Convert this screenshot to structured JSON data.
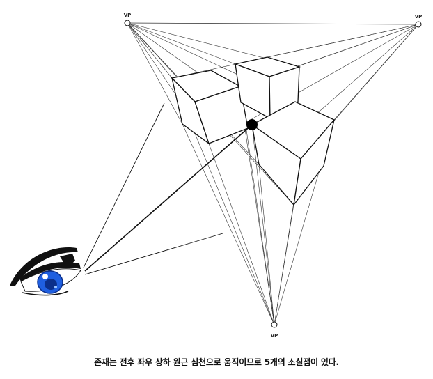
{
  "diagram": {
    "vanishing_points": [
      {
        "id": "left",
        "label": "VP"
      },
      {
        "id": "right",
        "label": "VP"
      },
      {
        "id": "bottom",
        "label": "VP"
      }
    ],
    "caption": "존재는 전후 좌우 상하 원근 심천으로 움직이므로 5개의 소실점이 있다."
  },
  "colors": {
    "line": "#111111",
    "eye_iris": "#1f5fe0",
    "eye_iris_dark": "#0b2f8a"
  }
}
